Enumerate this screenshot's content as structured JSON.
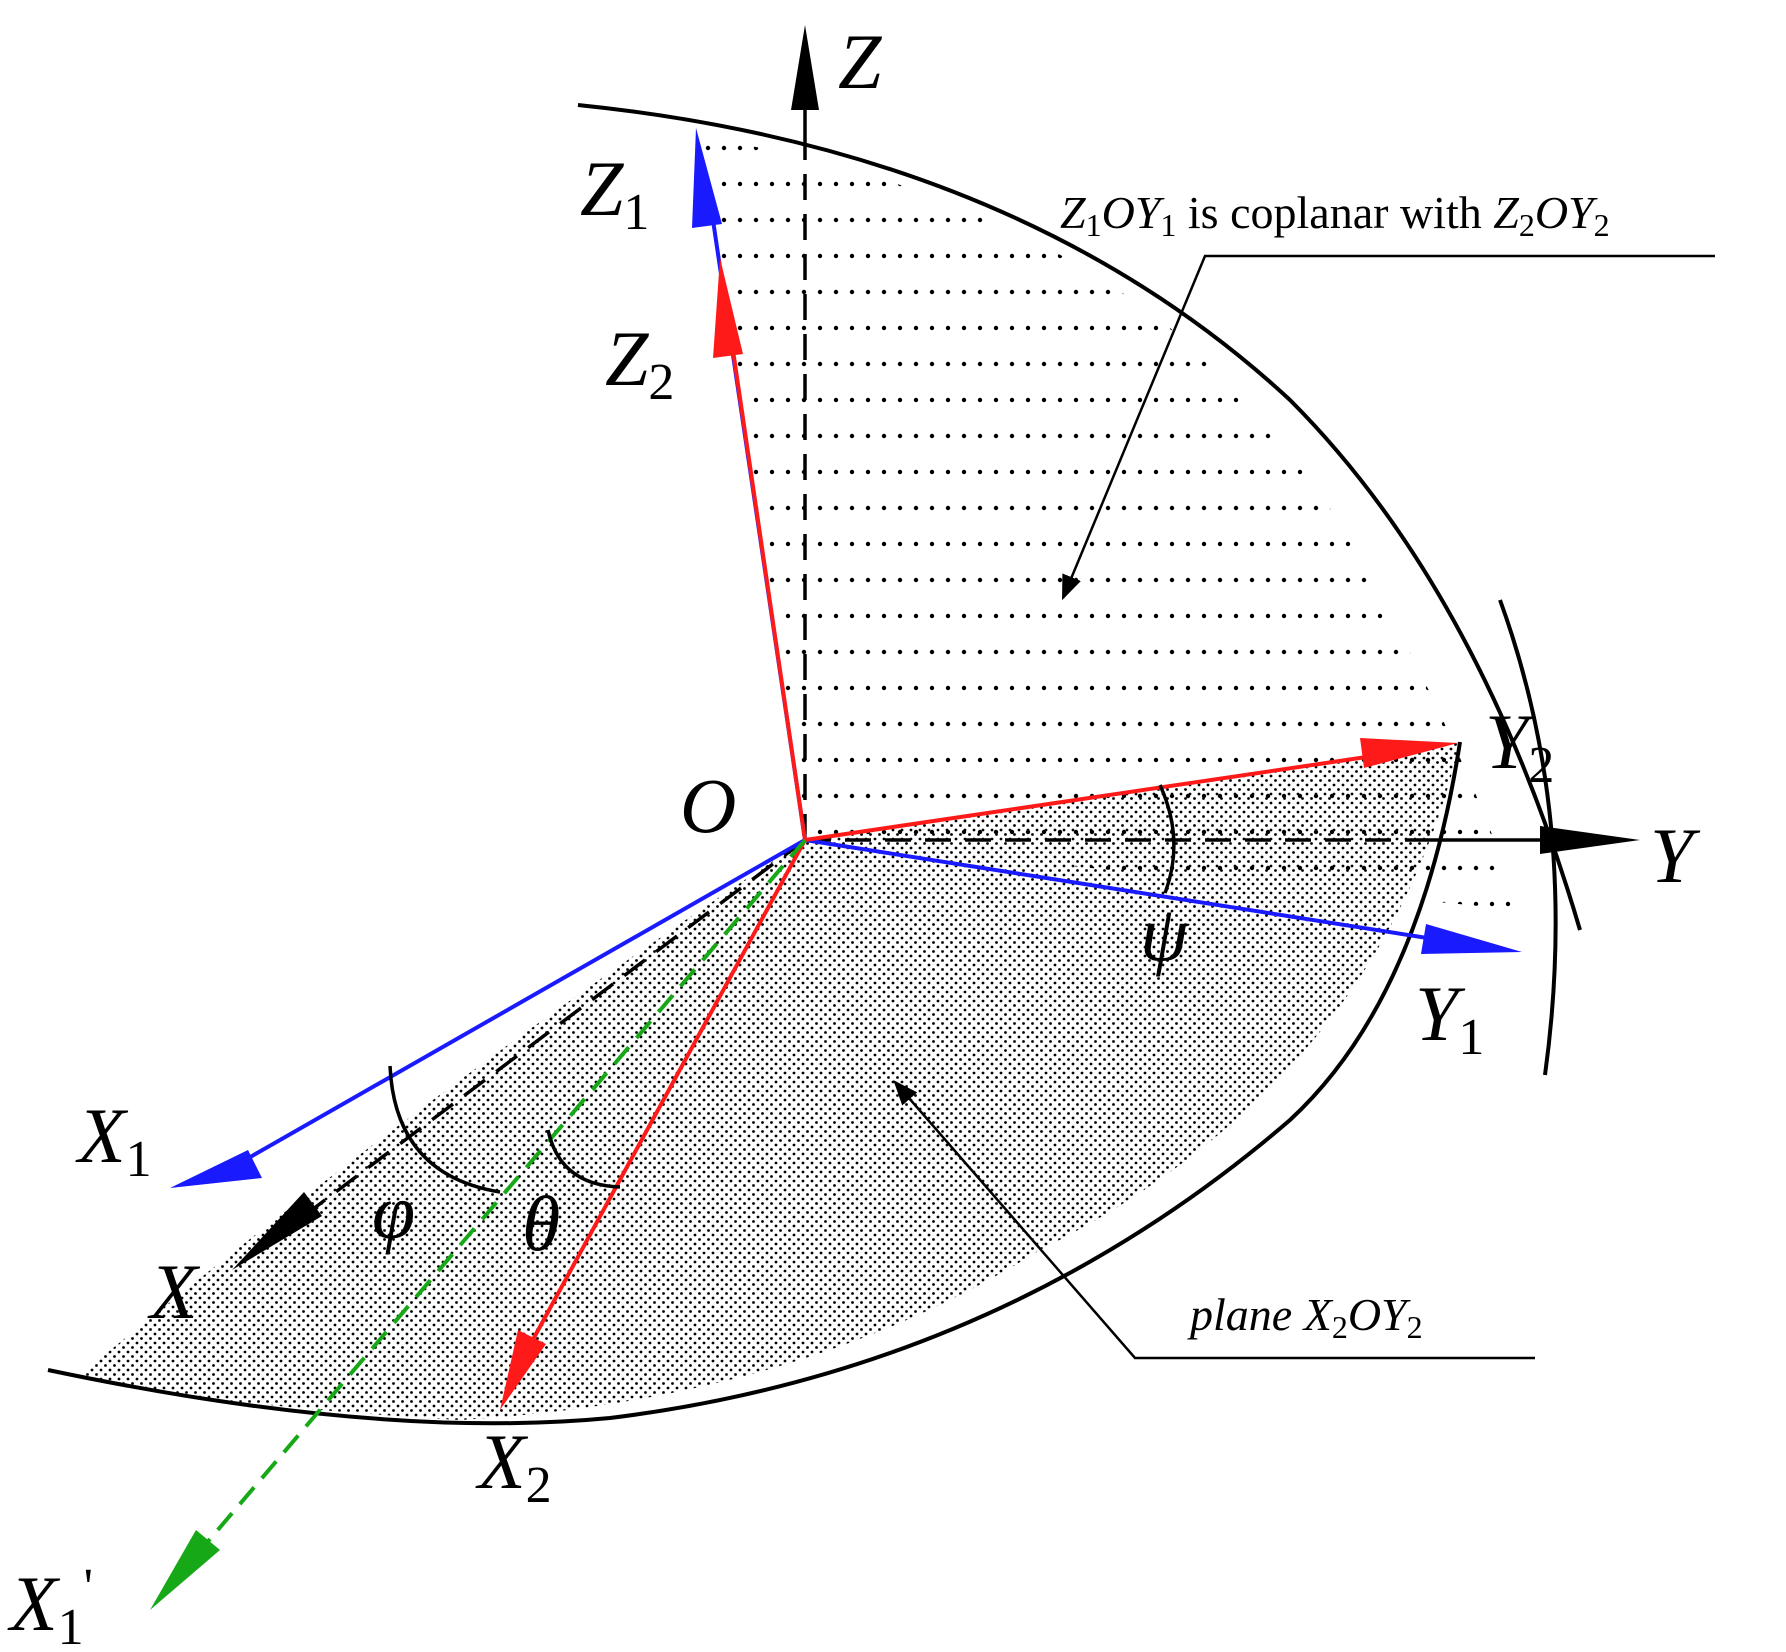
{
  "colors": {
    "axis": "#000000",
    "frame1": "#1a1aff",
    "frame2": "#ff1a1a",
    "projection": "#17a817"
  },
  "labels": {
    "origin": "O",
    "z": "Z",
    "y": "Y",
    "x": "X",
    "z1": {
      "base": "Z",
      "sub": "1"
    },
    "z2": {
      "base": "Z",
      "sub": "2"
    },
    "y1": {
      "base": "Y",
      "sub": "1"
    },
    "y2": {
      "base": "Y",
      "sub": "2"
    },
    "x1": {
      "base": "X",
      "sub": "1"
    },
    "x2": {
      "base": "X",
      "sub": "2"
    },
    "x1prime": {
      "base": "X",
      "sub": "1",
      "prime": "'"
    },
    "phi": "φ",
    "theta": "θ",
    "psi": "ψ"
  },
  "annotations": {
    "coplanar": {
      "a": "Z",
      "a_sub": "1",
      "b": "OY",
      "b_sub": "1",
      "mid": " is coplanar with ",
      "c": "Z",
      "c_sub": "2",
      "d": "OY",
      "d_sub": "2"
    },
    "plane": {
      "word": "plane ",
      "a": "X",
      "a_sub": "2",
      "b": "OY",
      "b_sub": "2"
    }
  }
}
